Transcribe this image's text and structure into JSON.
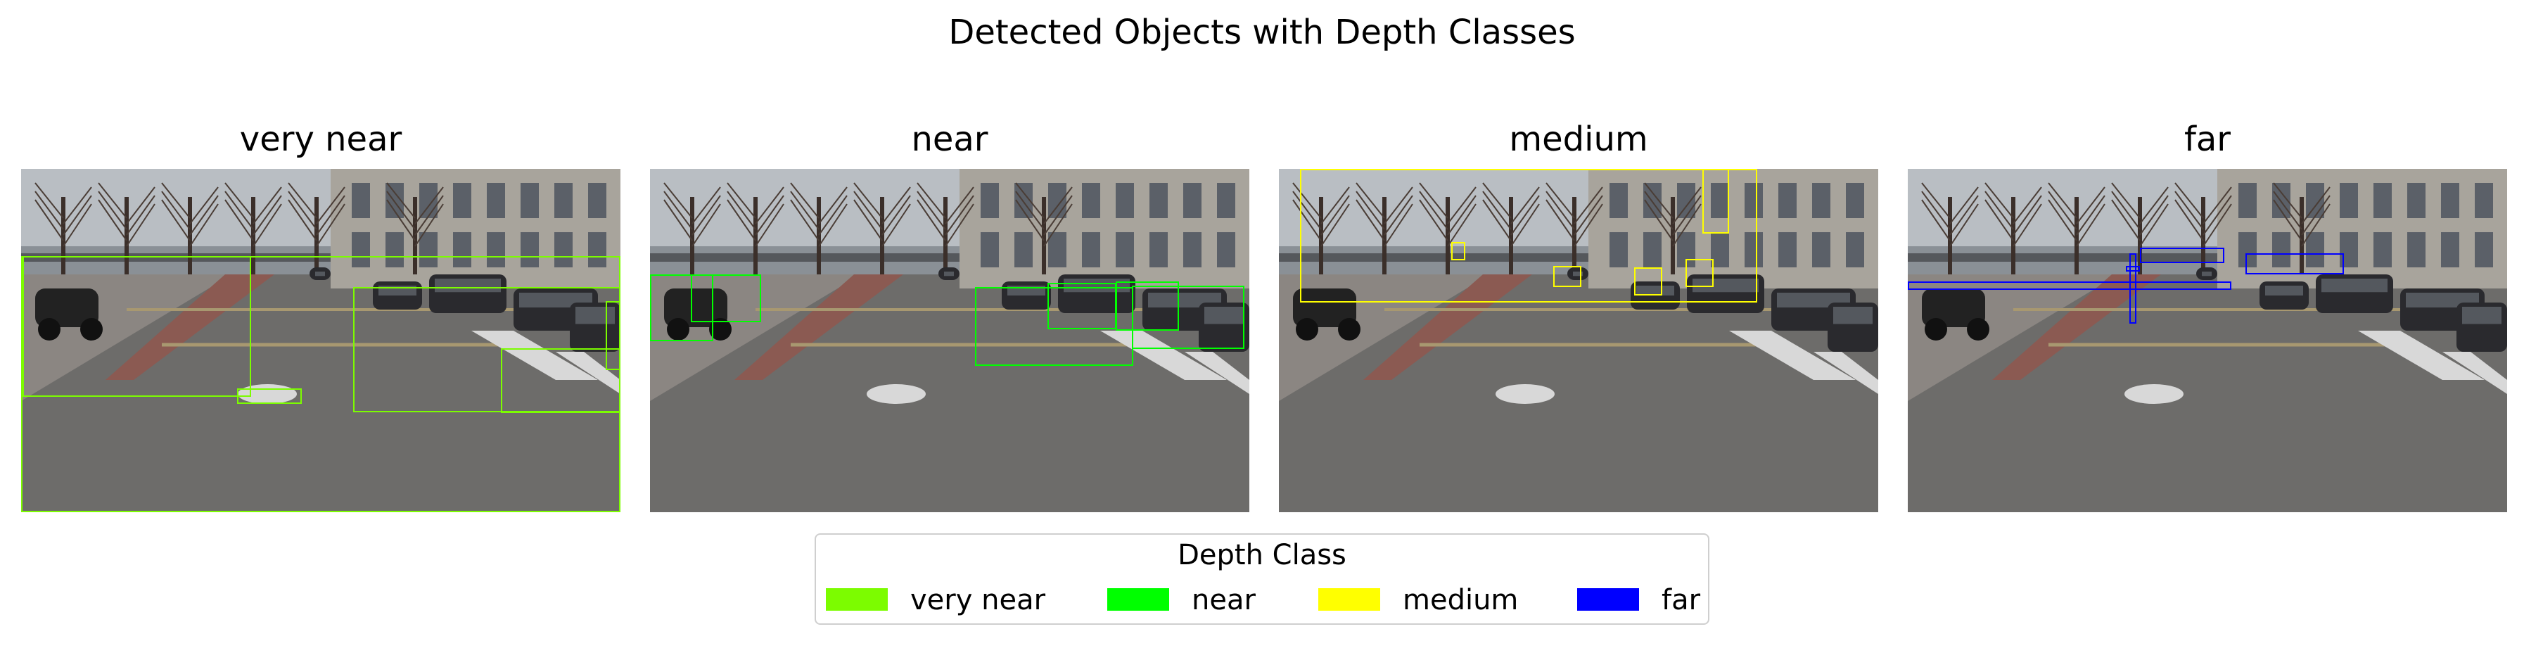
{
  "chart_data": {
    "type": "image-grid",
    "title": "Detected Objects with Depth Classes",
    "panels": [
      {
        "title": "very near",
        "color": "#7cfc00"
      },
      {
        "title": "near",
        "color": "#00ff00"
      },
      {
        "title": "medium",
        "color": "#ffff00"
      },
      {
        "title": "far",
        "color": "#0000ff"
      }
    ],
    "legend": {
      "title": "Depth Class",
      "placement": "bottom-center",
      "entries": [
        {
          "label": "very near",
          "color": "#7cfc00"
        },
        {
          "label": "near",
          "color": "#00ff00"
        },
        {
          "label": "medium",
          "color": "#ffff00"
        },
        {
          "label": "far",
          "color": "#0000ff"
        }
      ]
    }
  }
}
